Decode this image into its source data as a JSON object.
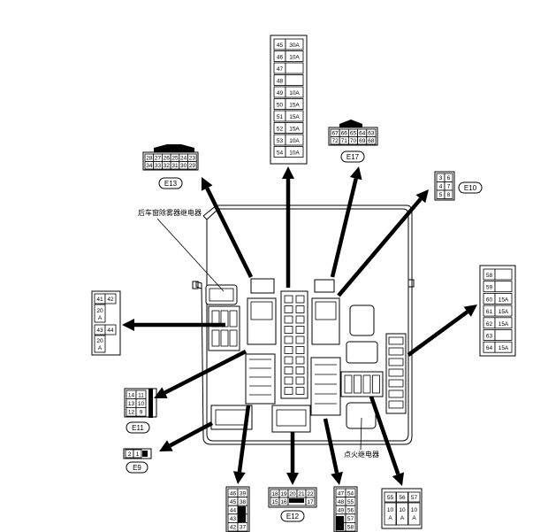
{
  "labels": {
    "rear_defogger_relay": "后车窗除雾器继电器",
    "ignition_relay": "点火继电器"
  },
  "connectors": {
    "e13": "E13",
    "e17": "E17",
    "e10": "E10",
    "e11": "E11",
    "e9": "E9",
    "e12": "E12"
  },
  "fuses_top": [
    {
      "num": "45",
      "amp": "30A"
    },
    {
      "num": "46",
      "amp": "10A"
    },
    {
      "num": "47",
      "amp": ""
    },
    {
      "num": "48",
      "amp": ""
    },
    {
      "num": "49",
      "amp": "10A"
    },
    {
      "num": "50",
      "amp": "15A"
    },
    {
      "num": "51",
      "amp": "15A"
    },
    {
      "num": "52",
      "amp": "15A"
    },
    {
      "num": "53",
      "amp": "10A"
    },
    {
      "num": "54",
      "amp": "10A"
    }
  ],
  "fuses_right": [
    {
      "num": "58",
      "amp": ""
    },
    {
      "num": "59",
      "amp": ""
    },
    {
      "num": "60",
      "amp": "15A"
    },
    {
      "num": "61",
      "amp": "15A"
    },
    {
      "num": "62",
      "amp": "15A"
    },
    {
      "num": "63",
      "amp": ""
    },
    {
      "num": "64",
      "amp": "15A"
    }
  ],
  "e13_pins": {
    "row1": [
      "28",
      "27",
      "26",
      "25",
      "24",
      "23"
    ],
    "row2": [
      "34",
      "33",
      "32",
      "31",
      "30",
      "29"
    ]
  },
  "e17_pins": {
    "row1": [
      "67",
      "66",
      "65",
      "64",
      "63"
    ],
    "row2": [
      "72",
      "71",
      "70",
      "69",
      "68"
    ]
  },
  "e10_pins": [
    [
      "3",
      "6"
    ],
    [
      "4",
      "7"
    ],
    [
      "5",
      "8"
    ]
  ],
  "left_fuses": {
    "a_num": "41",
    "b_num": "42",
    "a_amp1": "20",
    "a_amp2": "A",
    "c_num": "43",
    "d_num": "44",
    "c_amp1": "20",
    "c_amp2": "A"
  },
  "e11_pins": [
    [
      "14",
      "11"
    ],
    [
      "13",
      "10"
    ],
    [
      "12",
      "9"
    ]
  ],
  "e9_pins": [
    "2",
    "1"
  ],
  "bottom_left": [
    [
      "46",
      "39"
    ],
    [
      "45",
      "38"
    ],
    [
      "44",
      ""
    ],
    [
      "43",
      ""
    ],
    [
      "42",
      "37"
    ]
  ],
  "e12_pins": {
    "row1": [
      "18",
      "19",
      "20",
      "21",
      "22"
    ],
    "row2": [
      "15",
      "16",
      "",
      "17"
    ]
  },
  "bottom_mid": [
    [
      "47",
      "54"
    ],
    [
      "48",
      "55"
    ],
    [
      "49",
      "56"
    ],
    [
      "",
      "57"
    ],
    [
      "",
      "58"
    ]
  ],
  "bottom_right": {
    "nums": [
      "55",
      "56",
      "57"
    ],
    "amp_top": [
      "10",
      "10",
      "10"
    ],
    "amp_bot": [
      "A",
      "A",
      "A"
    ]
  }
}
